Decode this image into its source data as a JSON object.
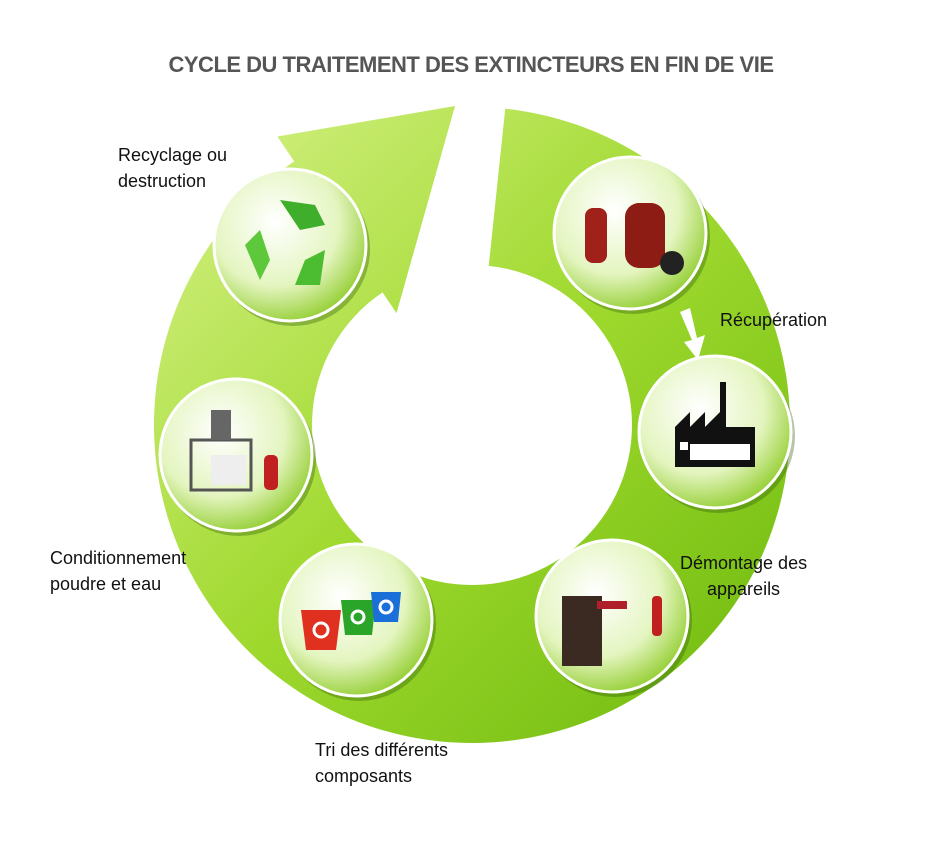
{
  "title": "CYCLE DU TRAITEMENT DES EXTINCTEURS EN FIN DE VIE",
  "steps": [
    {
      "line1": "Récupération",
      "line2": "",
      "icon": "fire-extinguishers-icon"
    },
    {
      "line1": "Démontage des",
      "line2": "appareils",
      "icon": "factory-icon"
    },
    {
      "line1": "Tri des différents",
      "line2": "composants",
      "icon": "recycling-bins-icon"
    },
    {
      "line1": "Conditionnement",
      "line2": "poudre et eau",
      "icon": "bagging-machine-icon"
    },
    {
      "line1": "Recyclage ou",
      "line2": "destruction",
      "icon": "recycle-icon"
    }
  ],
  "colors": {
    "ring_light": "#c6ec6a",
    "ring_dark": "#6fb80e",
    "title": "#555555"
  }
}
